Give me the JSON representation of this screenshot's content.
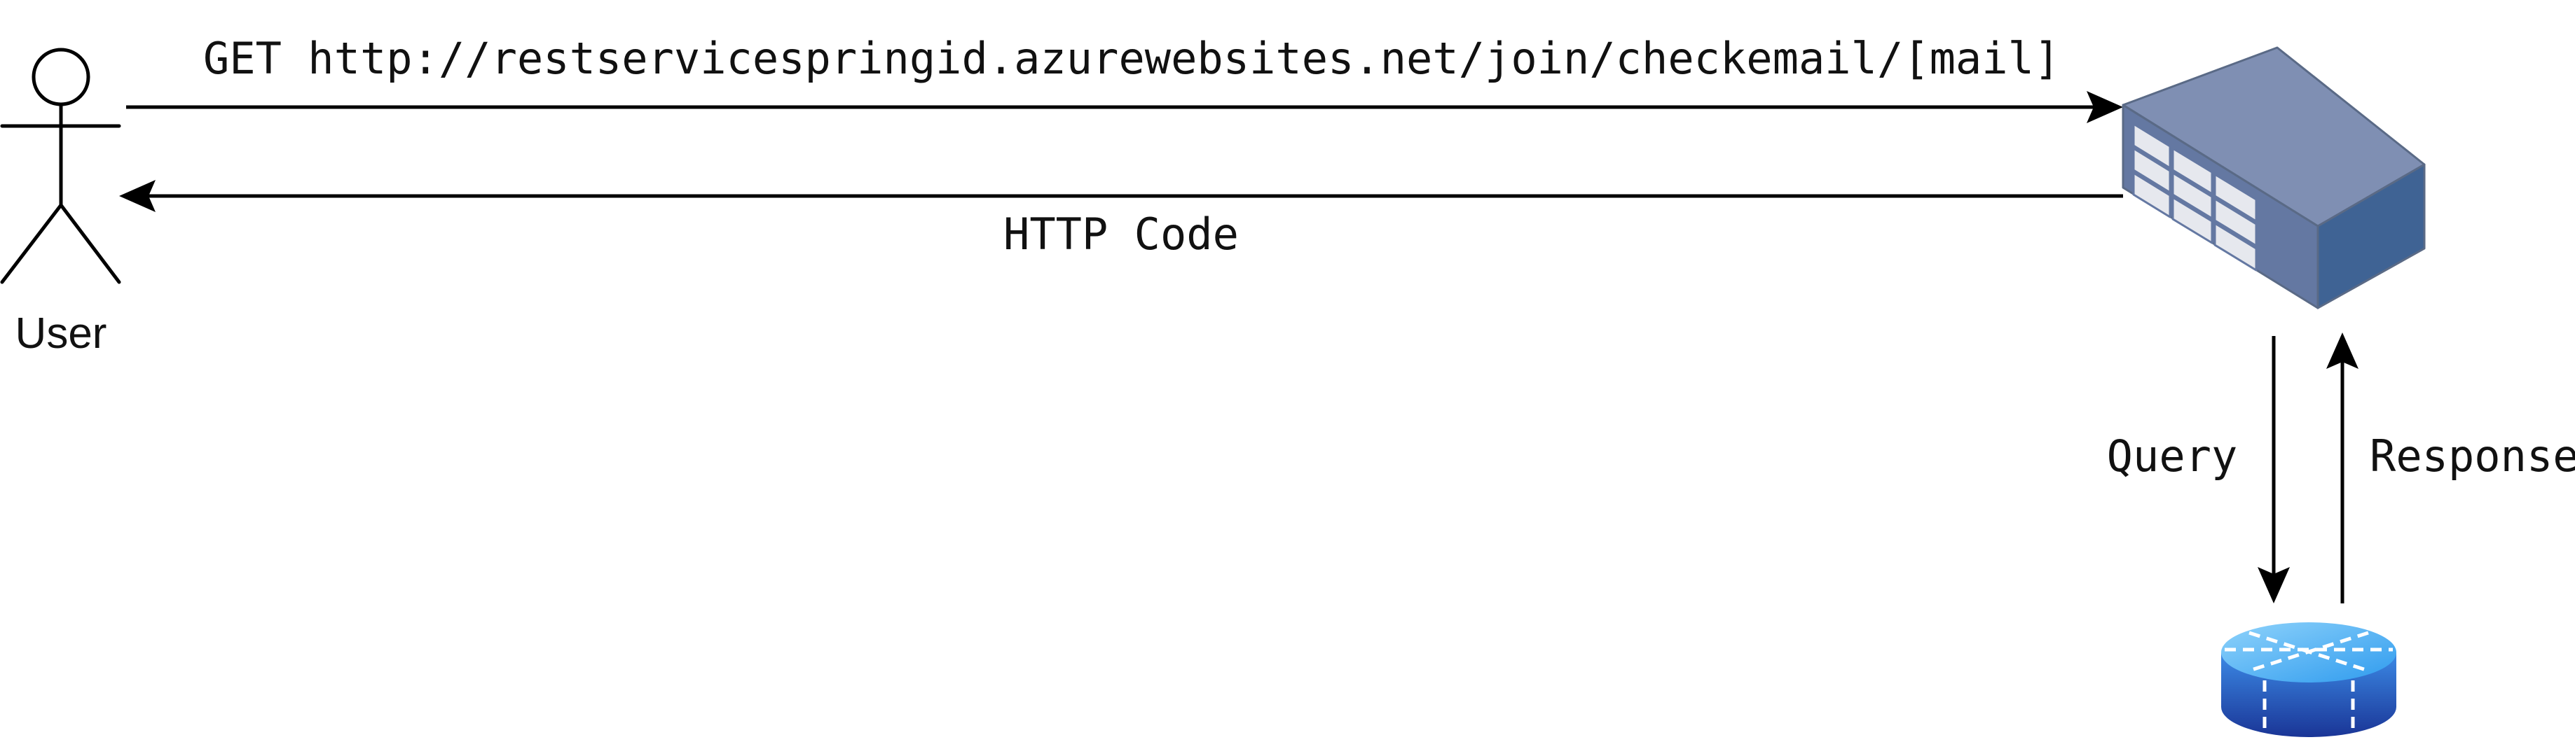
{
  "actor": {
    "label": "User",
    "icon": "stick-figure-user-icon"
  },
  "server": {
    "icon": "server-rack-icon"
  },
  "database": {
    "icon": "database-router-icon"
  },
  "edges": {
    "request": {
      "label": "GET http://restservicespringid.azurewebsites.net/join/checkemail/[mail]"
    },
    "response": {
      "label": "HTTP Code"
    },
    "query": {
      "label": "Query"
    },
    "db_response": {
      "label": "Response"
    }
  },
  "colors": {
    "line": "#000000",
    "server_top": "#7F8FB3",
    "server_front": "#6478A2",
    "server_side": "#3F6394",
    "db_top": "#3FA9F5",
    "db_bottom": "#1A3F9E"
  }
}
